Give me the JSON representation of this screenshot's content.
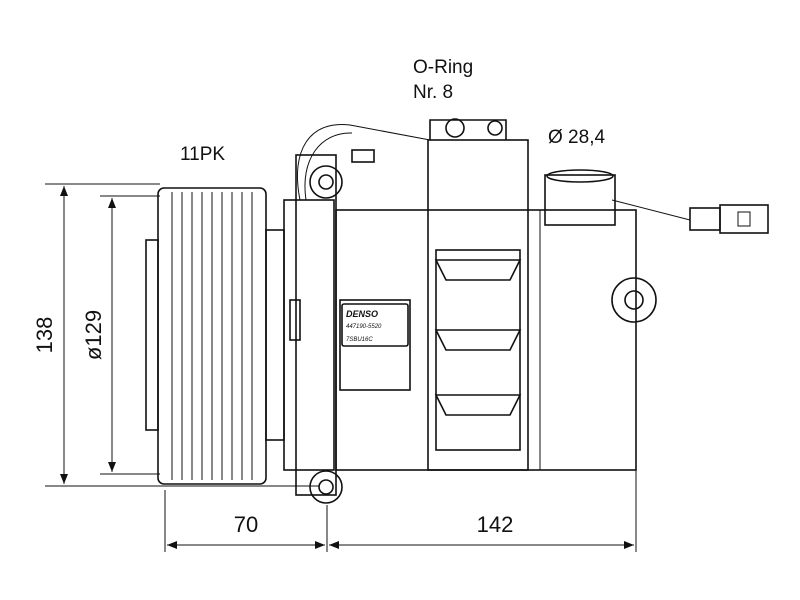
{
  "labels": {
    "belt": "11PK",
    "oring_line1": "O-Ring",
    "oring_line2": "Nr. 8",
    "port_diameter": "Ø 28,4"
  },
  "dimensions": {
    "overall_height": "138",
    "pulley_diameter": "ø129",
    "pulley_depth": "70",
    "body_length": "142"
  },
  "nameplate": {
    "brand": "DENSO",
    "part_number": "447190-5520",
    "model": "7SBU16C"
  }
}
